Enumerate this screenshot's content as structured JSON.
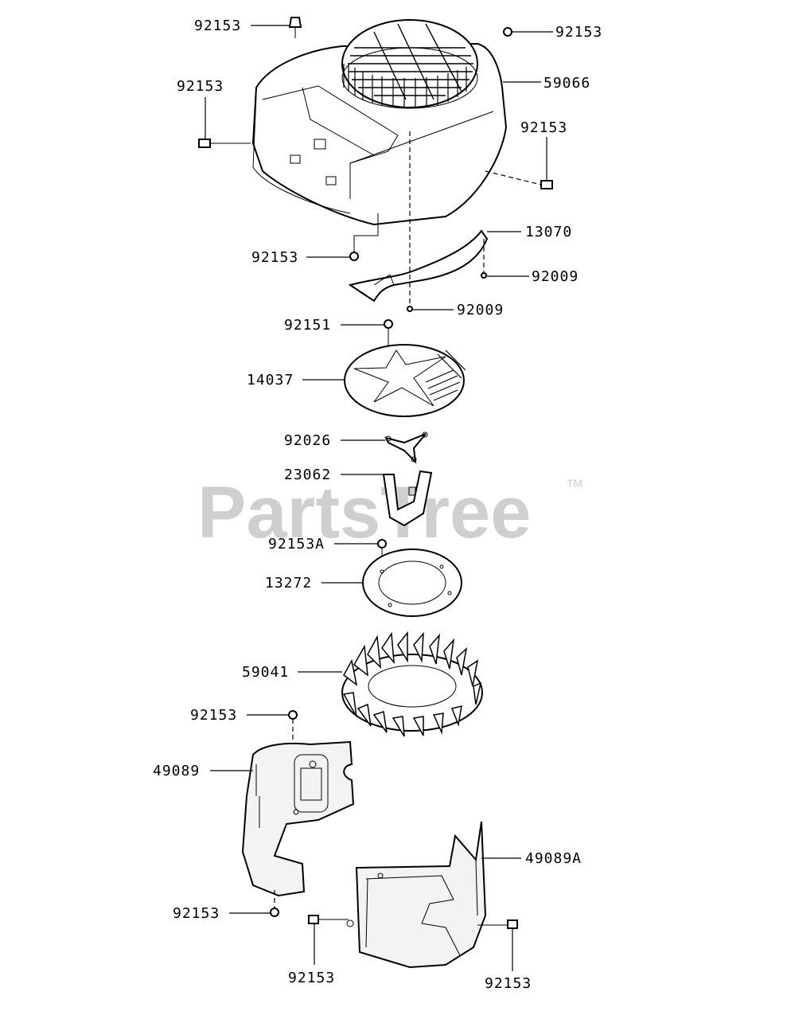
{
  "watermark": {
    "text": "PartsTree",
    "trademark": "TM"
  },
  "callouts": [
    "92153",
    "92153",
    "92153",
    "59066",
    "92153",
    "92153",
    "13070",
    "92009",
    "92009",
    "92151",
    "14037",
    "92026",
    "23062",
    "92153A",
    "13272",
    "59041",
    "92153",
    "49089",
    "49089A",
    "92153",
    "92153",
    "92153"
  ]
}
